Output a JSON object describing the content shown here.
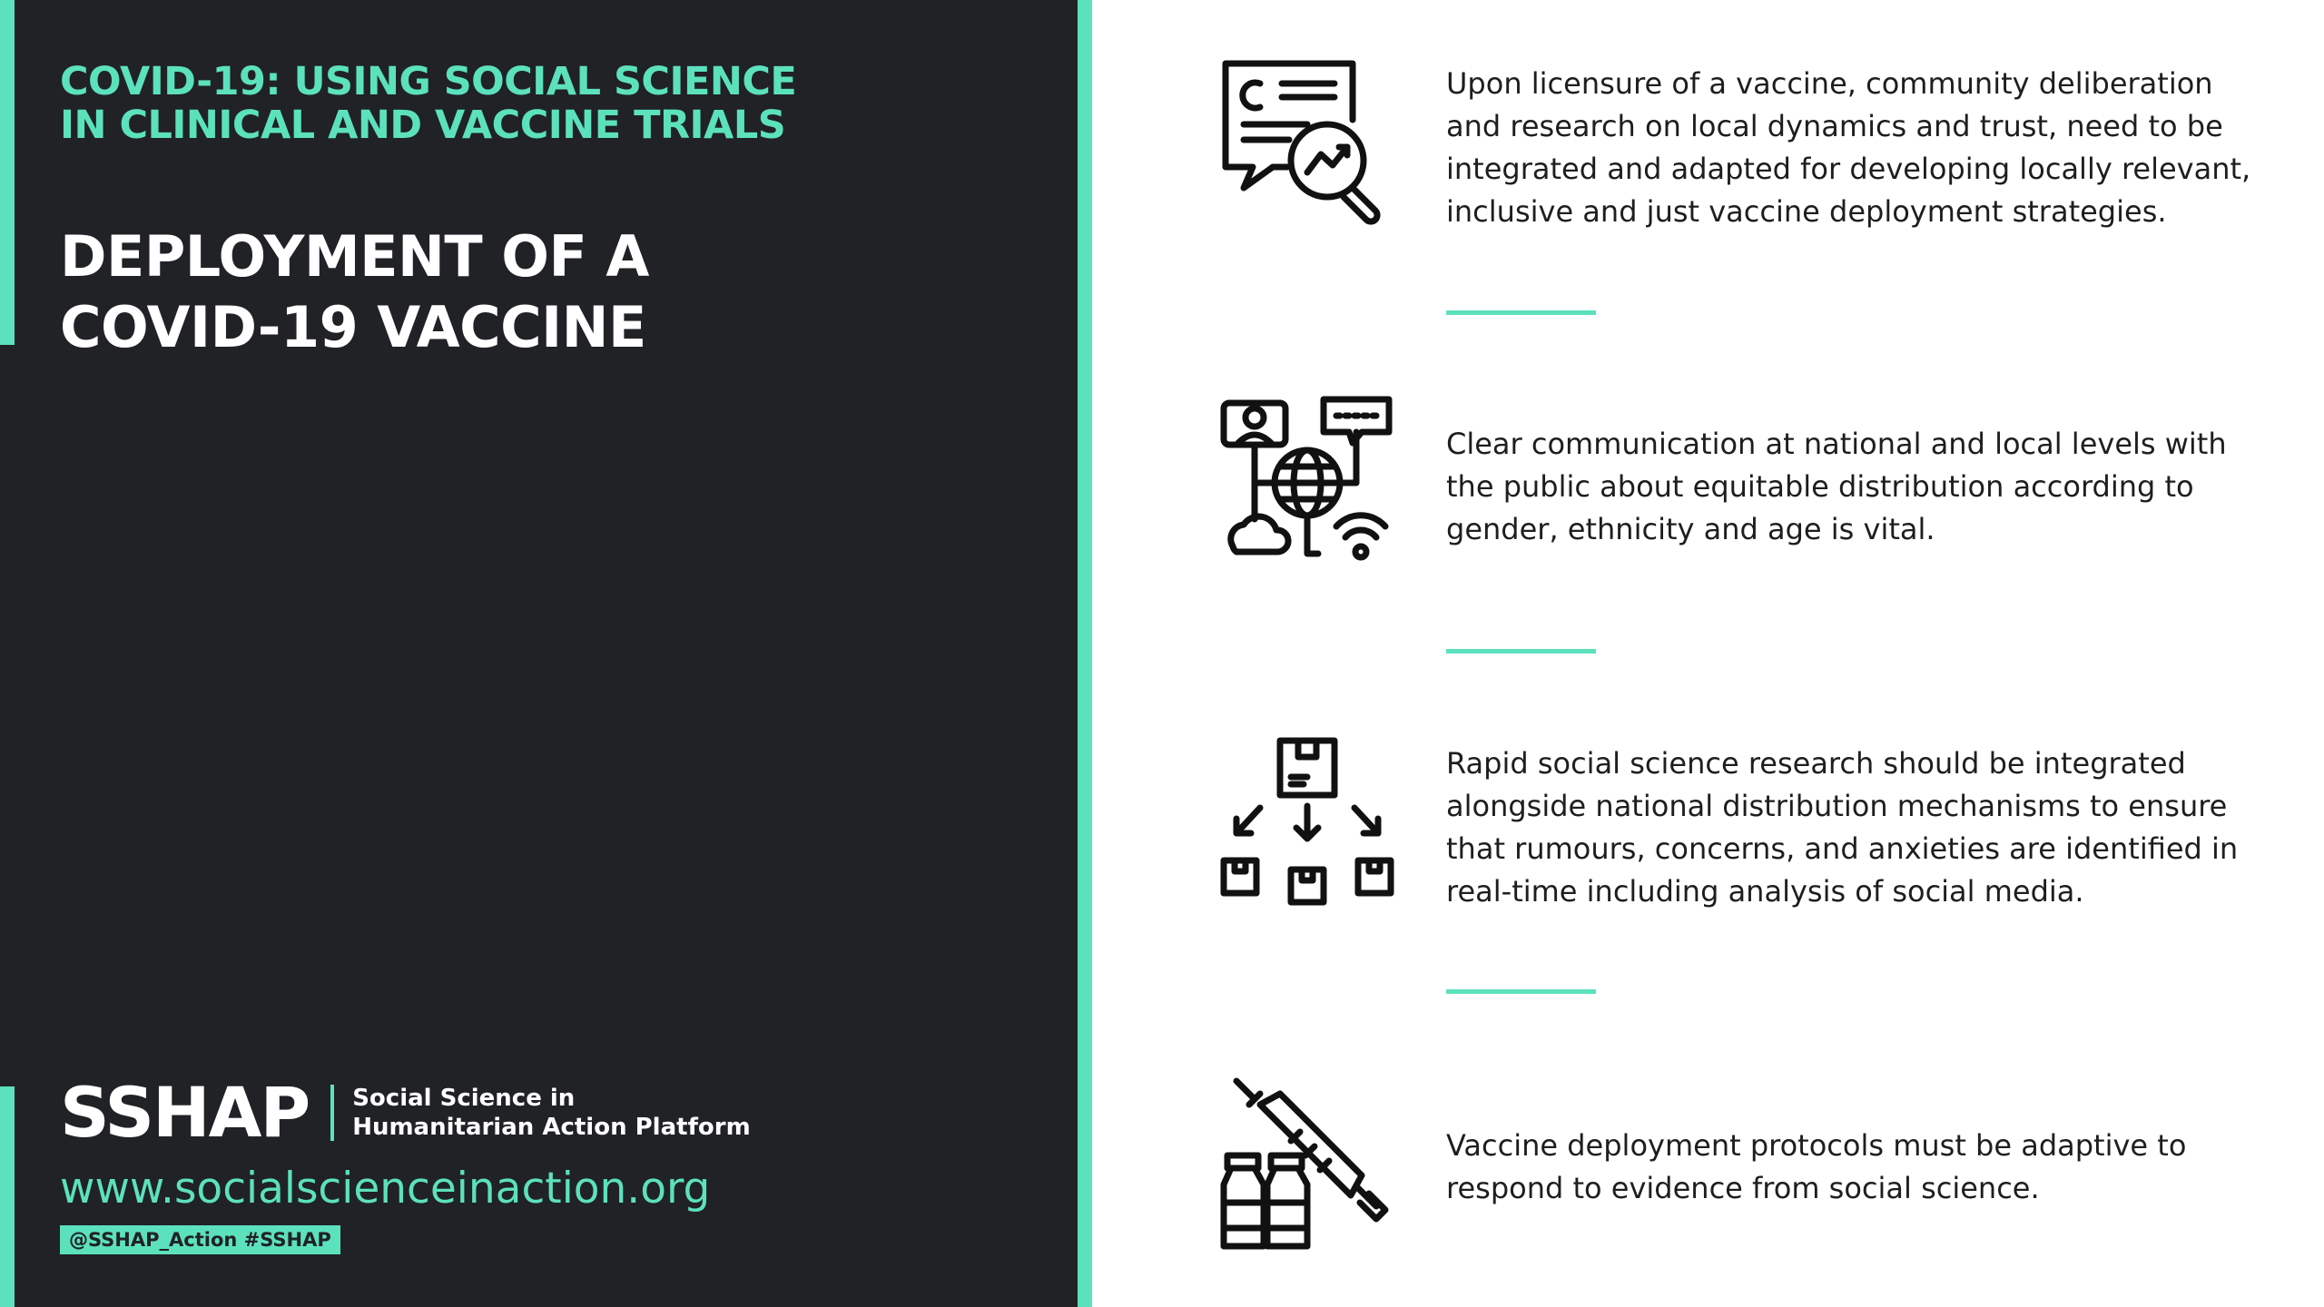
{
  "header": {
    "series_line1": "COVID-19: USING SOCIAL SCIENCE",
    "series_line2": "IN CLINICAL AND VACCINE TRIALS",
    "title_line1": "DEPLOYMENT OF A",
    "title_line2": "COVID-19 VACCINE"
  },
  "branding": {
    "logo": "SSHAP",
    "subtitle_line1": "Social Science in",
    "subtitle_line2": "Humanitarian Action Platform",
    "website": "www.socialscienceinaction.org",
    "handle": "@SSHAP_Action #SSHAP"
  },
  "colors": {
    "accent": "#5ce1bd",
    "panel": "#202226",
    "text_dark": "#1e1e1e"
  },
  "items": [
    {
      "icon": "research-analysis-icon",
      "text": "Upon licensure of a vaccine, community deliberation and research on local dynamics and trust, need to be integrated and adapted for developing locally relevant, inclusive and just vaccine deployment strategies."
    },
    {
      "icon": "global-communication-icon",
      "text": "Clear communication at national and local levels with the public about equitable distribution according to gender, ethnicity and age is vital."
    },
    {
      "icon": "distribution-icon",
      "text": "Rapid social science research should be integrated alongside national distribution mechanisms to ensure that rumours, concerns, and anxieties are identified in real-time including analysis of social media."
    },
    {
      "icon": "vaccine-syringe-icon",
      "text": "Vaccine deployment protocols must be adaptive to respond to evidence from social science."
    }
  ]
}
